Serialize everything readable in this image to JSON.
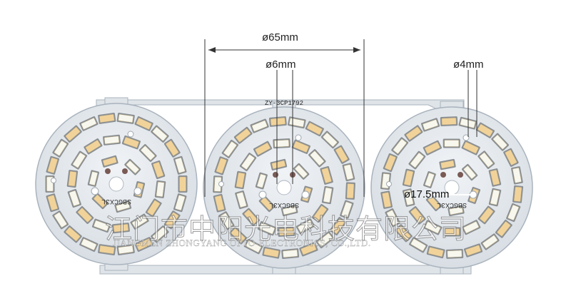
{
  "image": {
    "subject": "three round LED aluminium PCB boards",
    "colors": {
      "board": "#e6ebef",
      "board_edge": "#a9b3bd",
      "warm_led": "#f1d39a",
      "cool_led": "#f7f7ee",
      "dimension_line": "#333333"
    }
  },
  "dimensions": {
    "outer": "ø65mm",
    "center_hole": "ø6mm",
    "mount_hole": "ø4mm",
    "hole_spacing": "ø17.5mm"
  },
  "board_text": {
    "model": "ZY-3CP1792",
    "silk_id": "SBGCX3L"
  },
  "watermark": {
    "chinese": "江门市中阳光电科技有限公司",
    "english": "JIANGMEN ZHONGYANG OPTO-ELECTRONICS, CO.,LTD."
  }
}
